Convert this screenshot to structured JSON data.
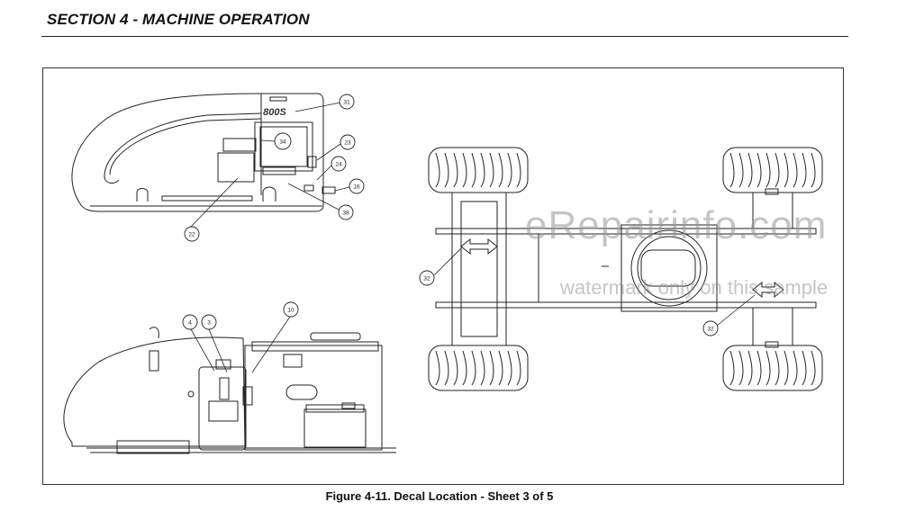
{
  "header": {
    "section_title": "SECTION 4 - MACHINE OPERATION"
  },
  "figure": {
    "caption": "Figure 4-11. Decal Location - Sheet 3 of 5",
    "model_label": "800S",
    "callouts": [
      "31",
      "34",
      "23",
      "24",
      "16",
      "38",
      "22",
      "4",
      "3",
      "10",
      "32",
      "32"
    ]
  },
  "watermark": {
    "main": "eRepairinfo.com",
    "sub": "watermark only on this sample"
  }
}
